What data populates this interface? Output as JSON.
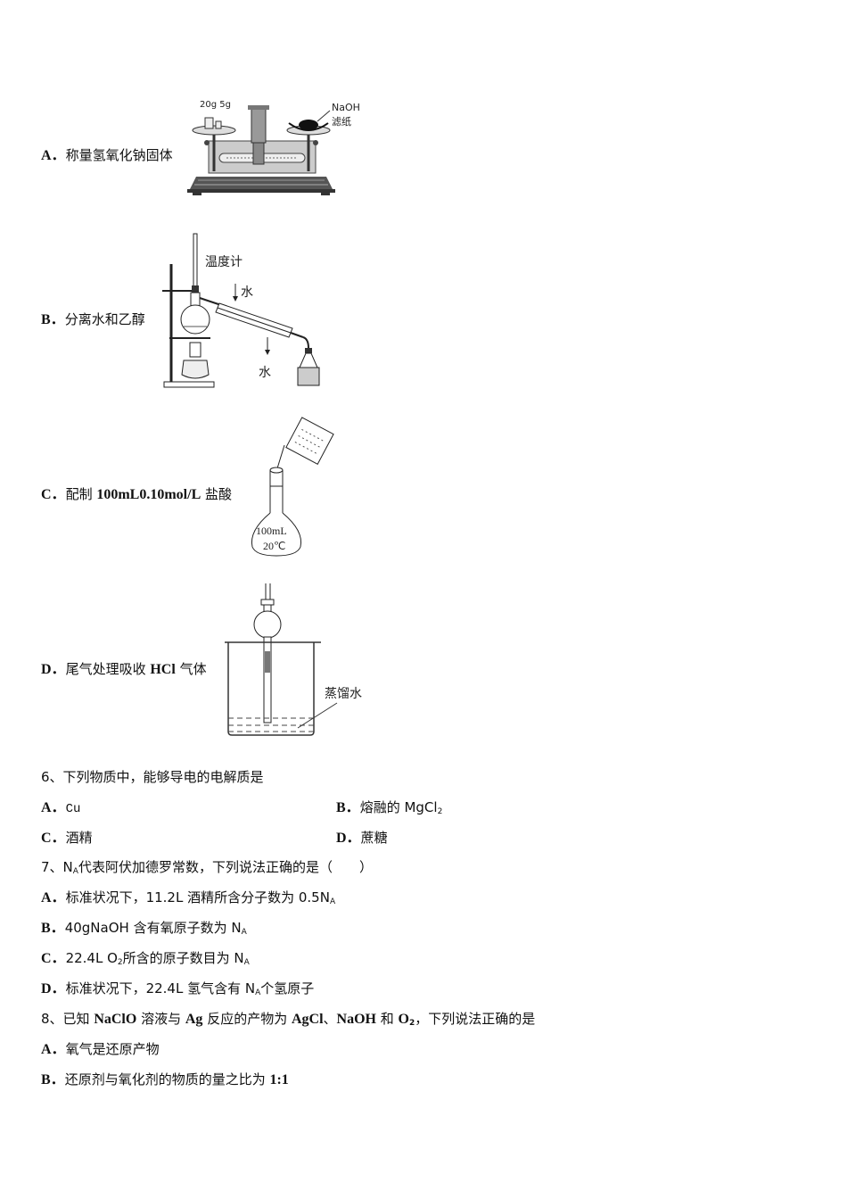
{
  "q5_options": [
    {
      "label": "A．",
      "text": "称量氢氧化钠固体",
      "figure": {
        "weights": "20g 5g",
        "substance": "NaOH",
        "paper": "滤纸"
      }
    },
    {
      "label": "B．",
      "text": "分离水和乙醇",
      "figure": {
        "thermometer": "温度计",
        "water_in": "水",
        "water_out": "水"
      }
    },
    {
      "label": "C．",
      "text_prefix": "配制 ",
      "text_value": "100mL0.10mol/L",
      "text_suffix": " 盐酸",
      "figure": {
        "flask_volume": "100mL",
        "flask_temp": "20℃"
      }
    },
    {
      "label": "D．",
      "text_prefix": "尾气处理吸收 ",
      "text_value": "HCl",
      "text_suffix": " 气体",
      "figure": {
        "liquid": "蒸馏水"
      }
    }
  ],
  "q6": {
    "stem": "6、下列物质中，能够导电的电解质是",
    "options": [
      {
        "label": "A．",
        "text": "Cu"
      },
      {
        "label": "B．",
        "text": "熔融的 MgCl",
        "sub": "2"
      },
      {
        "label": "C．",
        "text": "酒精"
      },
      {
        "label": "D．",
        "text": "蔗糖"
      }
    ]
  },
  "q7": {
    "stem_num": "7、",
    "stem_na": "N",
    "stem_na_sub": "A",
    "stem_rest": "代表阿伏加德罗常数，下列说法正确的是（　　）",
    "options": [
      {
        "label": "A．",
        "text": "标准状况下，11.2L 酒精所含分子数为 0.5N",
        "sub": "A",
        "after": ""
      },
      {
        "label": "B．",
        "text": "40gNaOH 含有氧原子数为 N",
        "sub": "A",
        "after": ""
      },
      {
        "label": "C．",
        "text": "22.4L O",
        "sub": "2",
        "after": "所含的原子数目为 N",
        "sub2": "A"
      },
      {
        "label": "D．",
        "text": "标准状况下，22.4L 氢气含有 N",
        "sub": "A",
        "after": "个氢原子"
      }
    ]
  },
  "q8": {
    "stem_a": "8、已知 ",
    "stem_b": "NaClO",
    "stem_c": " 溶液与 ",
    "stem_d": "Ag",
    "stem_e": " 反应的产物为 ",
    "stem_f": "AgCl",
    "stem_g": "、",
    "stem_h": "NaOH",
    "stem_i": " 和 ",
    "stem_j": "O",
    "stem_j_sub": "2",
    "stem_k": "，下列说法正确的是",
    "options": [
      {
        "label": "A．",
        "text": "氧气是还原产物"
      },
      {
        "label": "B．",
        "text": "还原剂与氧化剂的物质的量之比为 ",
        "value": "1:1"
      }
    ]
  }
}
